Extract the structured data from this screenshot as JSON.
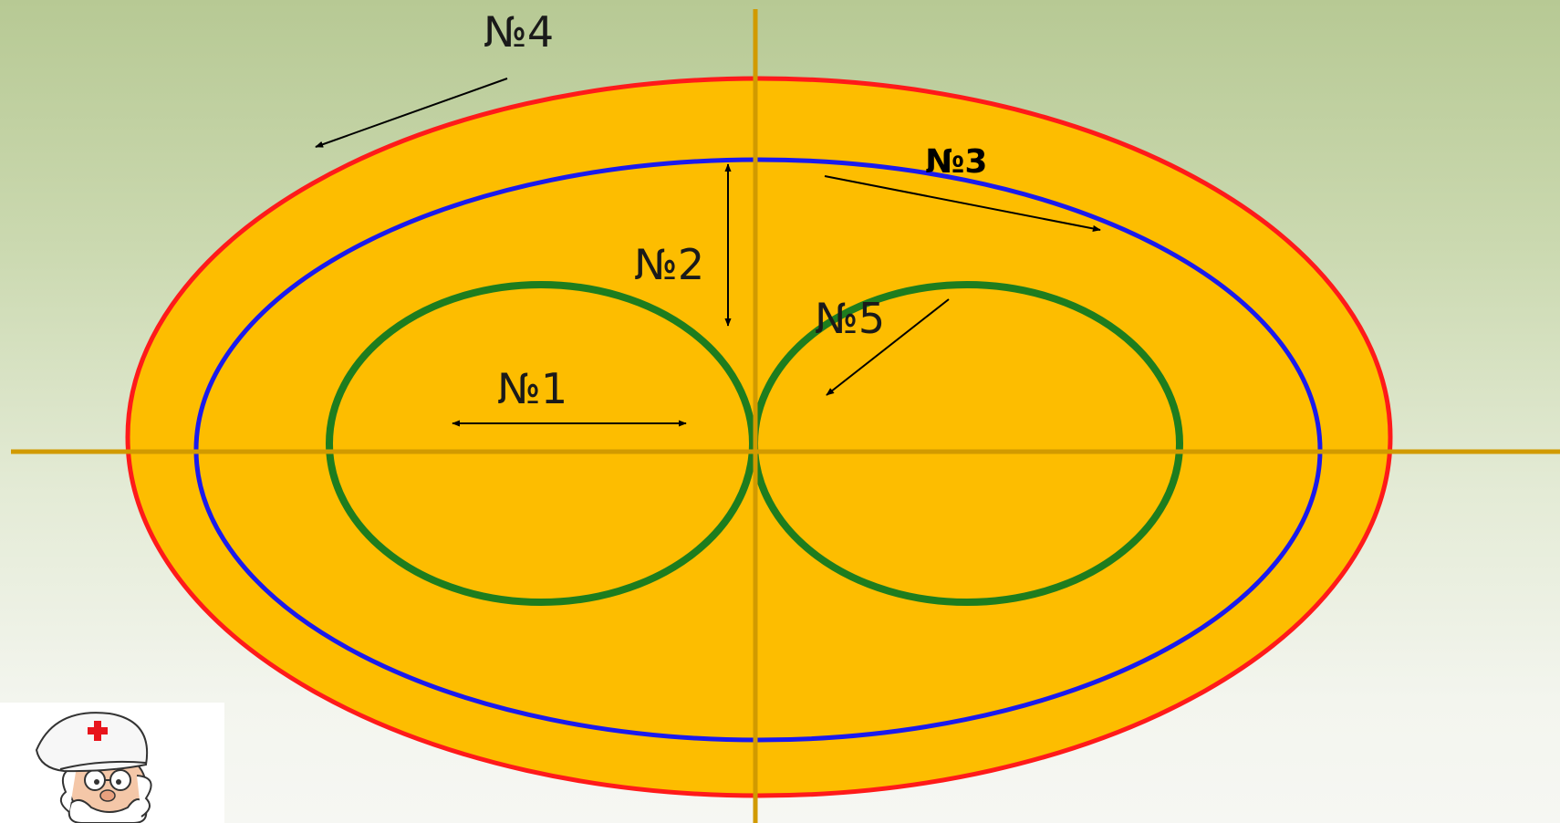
{
  "diagram": {
    "labels": {
      "n1": "№1",
      "n2": "№2",
      "n3": "№3",
      "n4": "№4",
      "n5": "№5"
    },
    "colors": {
      "fill": "#fdbd00",
      "outer_ring": "#ff1a1a",
      "middle_ring": "#1a1aee",
      "inner_rings": "#1e7d1e",
      "axes": "#d19a00",
      "arrows": "#000000"
    },
    "mascot_icon": "doctor-icon"
  }
}
